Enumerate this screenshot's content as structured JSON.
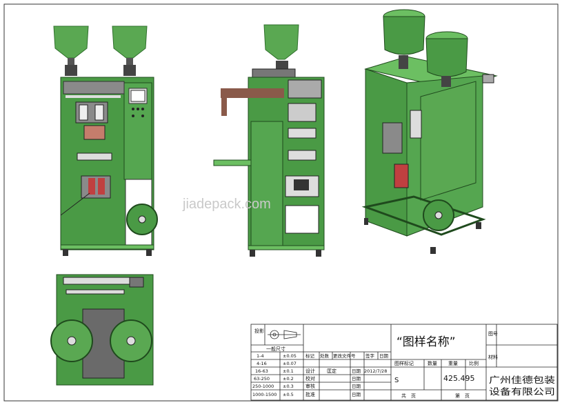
{
  "watermark": "jiadepack.com",
  "colors": {
    "machine_green": "#4a9a45",
    "machine_green_dark": "#2f6f2c",
    "machine_green_light": "#6cbf62",
    "hopper_green": "#5aa852",
    "metal_gray": "#8a8a8a",
    "panel_brown": "#8a5a4a"
  },
  "title_block": {
    "tolerance_header": "一般尺寸",
    "tolerance_rows": [
      {
        "range": "1-4",
        "tol": "±0.05"
      },
      {
        "range": "4-16",
        "tol": "±0.07"
      },
      {
        "range": "16-63",
        "tol": "±0.1"
      },
      {
        "range": "63-250",
        "tol": "±0.2"
      },
      {
        "range": "250-1000",
        "tol": "±0.3"
      },
      {
        "range": "1000-1500",
        "tol": "±0.5"
      }
    ],
    "projection_label": "投影",
    "rev_headers": [
      "标记",
      "处数",
      "更改文件号",
      "签字",
      "日期"
    ],
    "sign_rows": [
      {
        "role": "设计",
        "name": "匡定",
        "date_label": "日期",
        "date": "2012/7/28"
      },
      {
        "role": "校对",
        "name": "",
        "date_label": "日期",
        "date": ""
      },
      {
        "role": "审核",
        "name": "",
        "date_label": "日期",
        "date": ""
      },
      {
        "role": "批准",
        "name": "",
        "date_label": "日期",
        "date": ""
      }
    ],
    "drawing_name": "“图样名称”",
    "drawing_no_label": "图号",
    "material_label": "材料",
    "stage_label": "图样标记",
    "qty_label": "数量",
    "weight_label": "重量",
    "scale_label": "比例",
    "stage_value": "S",
    "weight_value": "425.495",
    "company": "广州佳德包装设备有限公司",
    "total_pages_label": "共　页",
    "page_label": "第　页"
  }
}
